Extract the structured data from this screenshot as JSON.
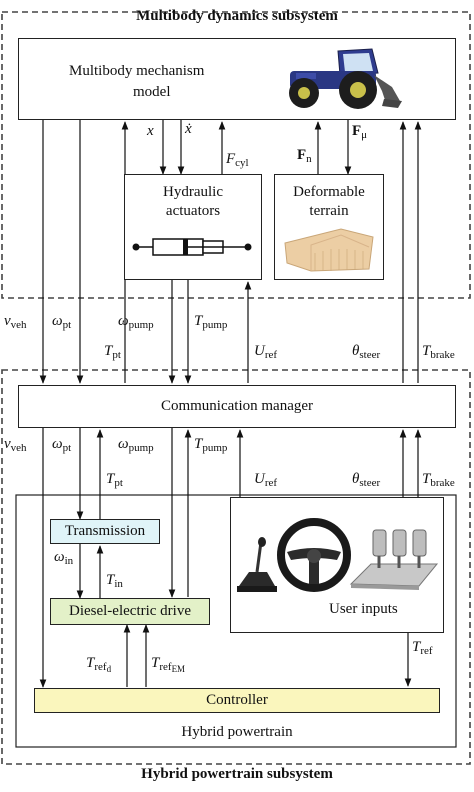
{
  "subsystems": {
    "multibody": "Multibody dynamics subsystem",
    "hybrid": "Hybrid powertrain subsystem"
  },
  "blocks": {
    "multibody_model": {
      "line1": "Multibody mechanism",
      "line2": "model"
    },
    "hydraulic": {
      "line1": "Hydraulic",
      "line2": "actuators"
    },
    "terrain": {
      "line1": "Deformable",
      "line2": "terrain"
    },
    "comm": "Communication manager",
    "transmission": "Transmission",
    "diesel": "Diesel-electric drive",
    "user_inputs": "User inputs",
    "controller": "Controller",
    "hybrid_powertrain": "Hybrid powertrain"
  },
  "signals": {
    "x": "x",
    "xdot": "ẋ",
    "fcyl_sym": "F",
    "fcyl_sub": "cyl",
    "fn_sym": "F",
    "fn_sub": "n",
    "fmu_sym": "F",
    "fmu_sub": "μ",
    "vveh_sym": "v",
    "vveh_sub": "veh",
    "wpt_sym": "ω",
    "wpt_sub": "pt",
    "wpump_sym": "ω",
    "wpump_sub": "pump",
    "tpump_sym": "T",
    "tpump_sub": "pump",
    "tpt_sym": "T",
    "tpt_sub": "pt",
    "uref_sym": "U",
    "uref_sub": "ref",
    "theta_sym": "θ",
    "theta_sub": "steer",
    "tbrake_sym": "T",
    "tbrake_sub": "brake",
    "win_sym": "ω",
    "win_sub": "in",
    "tin_sym": "T",
    "tin_sub": "in",
    "tref_sym": "T",
    "tref_sub": "ref",
    "trefd_sym": "T",
    "trefd_sub": "ref",
    "trefd_subsub": "d",
    "trefem_sym": "T",
    "trefem_sub": "ref",
    "trefem_subsub": "EM"
  },
  "colors": {
    "transmission_fill": "#e0f4f8",
    "diesel_fill": "#e3f1c8",
    "controller_fill": "#faf6bd",
    "frame_dash": "#444444"
  },
  "icons": [
    "tractor-icon",
    "hydraulic-cylinder-icon",
    "terrain-icon",
    "gear-shift-icon",
    "steering-wheel-icon",
    "pedals-icon"
  ]
}
